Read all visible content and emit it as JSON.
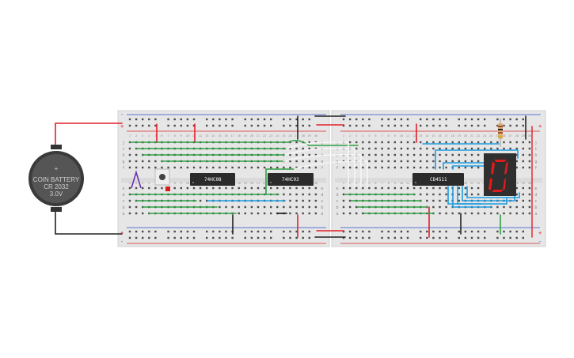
{
  "battery": {
    "line1": "COIN BATTERY",
    "line2": "CR 2032",
    "line3": "3.0V",
    "plus": "+"
  },
  "chips": {
    "chip1": "74HC08",
    "chip2": "74HC93",
    "chip3": "CD4511"
  },
  "breadboard": {
    "row_letters_top": [
      "j",
      "i",
      "h",
      "g",
      "f"
    ],
    "row_letters_bottom": [
      "e",
      "d",
      "c",
      "b",
      "a"
    ],
    "plus": "+",
    "minus": "-",
    "column_numbers": [
      1,
      2,
      3,
      4,
      5,
      6,
      7,
      8,
      9,
      10,
      11,
      12,
      13,
      14,
      15,
      16,
      17,
      18,
      19,
      20,
      21,
      22,
      23,
      24,
      25,
      26,
      27,
      28,
      29,
      30
    ]
  },
  "colors": {
    "board": "#e6e6e6",
    "rail_red": "#d9242b",
    "rail_blue": "#2b4fd1",
    "wire_green": "#2ea043",
    "wire_blue": "#1d9be0",
    "wire_red": "#e0202a",
    "wire_black": "#222222",
    "wire_white": "#f5f5f5",
    "chip": "#2b2b2b",
    "segment": "#e01b1b"
  },
  "display": {
    "digit": "0"
  }
}
